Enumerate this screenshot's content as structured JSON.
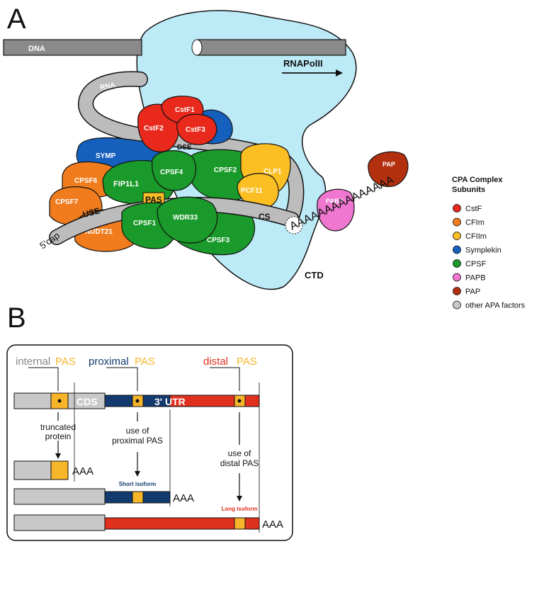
{
  "panel_a": {
    "letter": "A",
    "labels": {
      "dna": "DNA",
      "rnapol": "RNAPolII",
      "rna": "RNA",
      "ctd": "CTD",
      "cap": "5'cap",
      "use": "USE",
      "pas": "PAS",
      "dse": "DSE",
      "cs": "CS",
      "polya": "AAAAAAAAAAAAAAA"
    },
    "subunits": {
      "cstf1": "CstF1",
      "cstf2": "CstF2",
      "cstf3": "CstF3",
      "symp": "SYMP",
      "cpsf6": "CPSF6",
      "cpsf7": "CPSF7",
      "nudt21": "NUDT21",
      "fip1l1": "FIP1L1",
      "cpsf4": "CPSF4",
      "cpsf2": "CPSF2",
      "clp1": "CLP1",
      "pcf11": "PCF11",
      "cpsf1": "CPSF1",
      "wdr33": "WDR33",
      "cpsf3": "CPSF3",
      "pabp": "PABP",
      "pap": "PAP"
    },
    "legend": {
      "title_line1": "CPA Complex",
      "title_line2": "Subunits",
      "items": [
        {
          "label": "CstF",
          "color": "#e8291c"
        },
        {
          "label": "CFIm",
          "color": "#f07c1e"
        },
        {
          "label": "CFIIm",
          "color": "#fbbe23"
        },
        {
          "label": "Symplekin",
          "color": "#1560bd"
        },
        {
          "label": "CPSF",
          "color": "#1a9a2a"
        },
        {
          "label": "PAPB",
          "color": "#ef77cf"
        },
        {
          "label": "PAP",
          "color": "#b3300f"
        },
        {
          "label": "other APA factors",
          "color": "#c8c8c8"
        }
      ]
    }
  },
  "panel_b": {
    "letter": "B",
    "internal": "internal",
    "proximal": "proximal",
    "distal": "distal",
    "pas": "PAS",
    "cds": "CDS",
    "utr": "3' UTR",
    "truncated_line1": "truncated",
    "truncated_line2": "protein",
    "use_of": "use of",
    "proximal_pas": "proximal PAS",
    "distal_pas": "distal PAS",
    "short_isoform": "Short isoform",
    "long_isoform": "Long isoform",
    "aaa": "AAA"
  },
  "colors": {
    "cstf": "#e8291c",
    "cfim": "#f07c1e",
    "cfiim": "#fbbe23",
    "symplekin": "#1560bd",
    "cpsf": "#1a9a2a",
    "pabp": "#ef77cf",
    "pap": "#b3300f",
    "grey": "#c8c8c8",
    "polii": "#bdeaf7",
    "utr_blue": "#123a6e",
    "utr_red": "#e0301e",
    "pas_yellow": "#f7b52a"
  }
}
